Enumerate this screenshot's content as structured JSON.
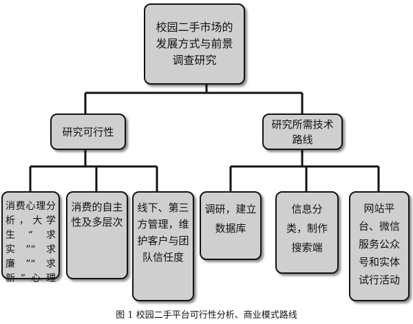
{
  "root": {
    "label": "校园二手市场的发展方式与前景调查研究"
  },
  "branches": [
    {
      "label": "研究可行性",
      "children": [
        {
          "label": "消费心理分析，大学生“求实”“求廉”“求新”心理"
        },
        {
          "label": "消费的自主性及多层次"
        },
        {
          "label": "线下、第三方管理，维护客户与团队信任度"
        }
      ]
    },
    {
      "label": "研究所需技术路线",
      "children": [
        {
          "label": "调研，建立数据库"
        },
        {
          "label": "信息分类，制作搜索端"
        },
        {
          "label": "网站平台、微信服务公众号和实体试行活动"
        }
      ]
    }
  ],
  "caption": "图 1 校园二手平台可行性分析、商业模式路线"
}
